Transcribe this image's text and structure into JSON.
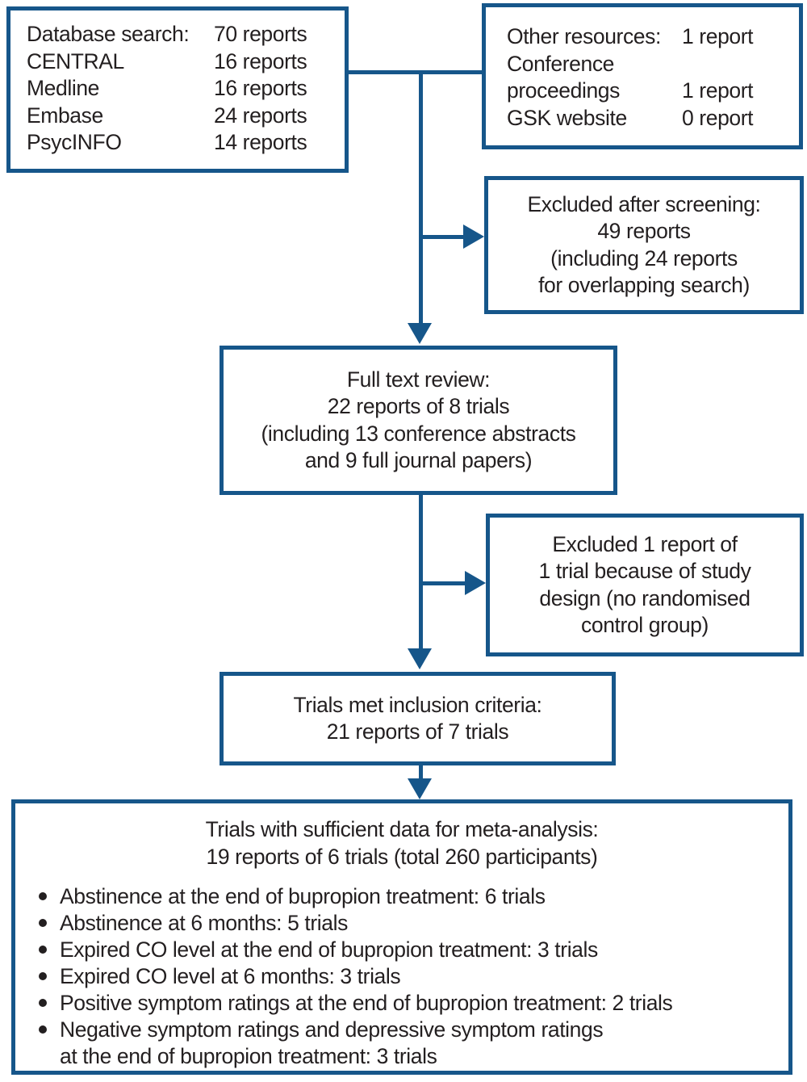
{
  "colors": {
    "line": "#16568a",
    "text": "#231f20",
    "background": "#ffffff"
  },
  "boxes": {
    "database_search": {
      "rows": [
        {
          "label": "Database search:",
          "value": "70 reports"
        },
        {
          "label": "CENTRAL",
          "value": "16 reports"
        },
        {
          "label": "Medline",
          "value": "16 reports"
        },
        {
          "label": "Embase",
          "value": "24 reports"
        },
        {
          "label": "PsycINFO",
          "value": "14 reports"
        }
      ]
    },
    "other_resources": {
      "rows": [
        {
          "label": "Other resources:",
          "value": "1 report"
        },
        {
          "label": "Conference",
          "value": ""
        },
        {
          "label": "proceedings",
          "value": "1 report"
        },
        {
          "label": "GSK website",
          "value": "0 report"
        }
      ]
    },
    "excluded_after_screening": {
      "text": "Excluded after screening:\n49 reports\n(including 24 reports\nfor overlapping search)"
    },
    "full_text_review": {
      "text": "Full text review:\n22 reports of 8 trials\n(including 13 conference abstracts\nand 9 full journal papers)"
    },
    "excluded_study_design": {
      "text": "Excluded 1 report of\n1 trial because of study\ndesign (no randomised\ncontrol group)"
    },
    "inclusion_criteria": {
      "text": "Trials met inclusion criteria:\n21 reports of 7 trials"
    },
    "meta_analysis": {
      "header": "Trials with sufficient data for meta-analysis:\n19 reports of 6 trials (total 260 participants)",
      "bullets": [
        "Abstinence at the end of bupropion treatment: 6 trials",
        "Abstinence at 6 months: 5 trials",
        "Expired CO level at the end of bupropion treatment: 3 trials",
        "Expired CO level at 6 months: 3 trials",
        "Positive symptom ratings at the end of bupropion treatment: 2 trials",
        "Negative symptom ratings and depressive symptom ratings\nat the end of bupropion treatment: 3 trials"
      ]
    }
  }
}
